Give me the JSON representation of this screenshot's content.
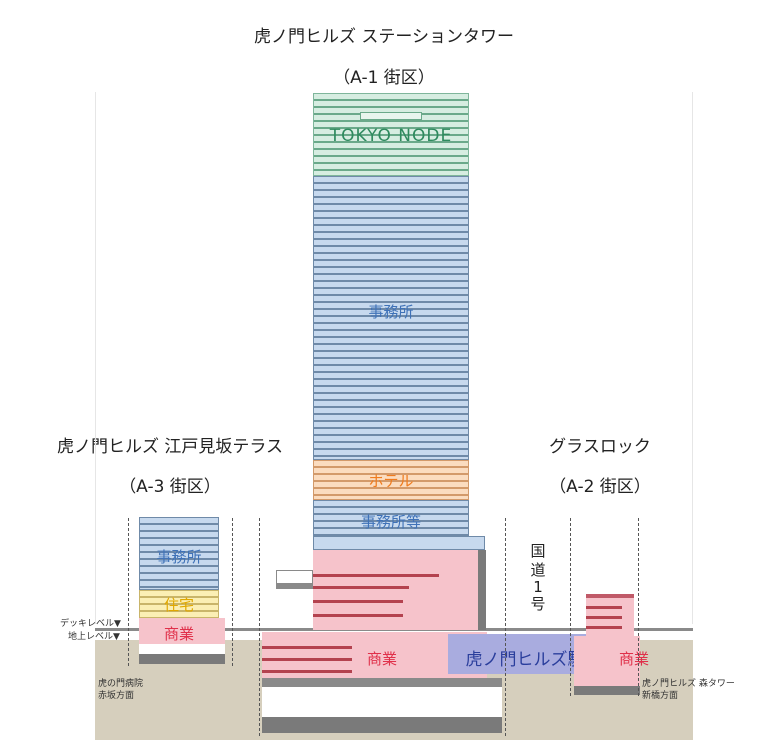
{
  "towers": {
    "station_tower": {
      "name": "虎ノ門ヒルズ ステーションタワー",
      "district": "（A-1 街区）"
    },
    "edomizaka": {
      "name": "虎ノ門ヒルズ 江戸見坂テラス",
      "district": "（A-3 街区）"
    },
    "glass_rock": {
      "name": "グラスロック",
      "district": "（A-2 街区）"
    }
  },
  "uses": {
    "tokyo_node": "TOKYO NODE",
    "office": "事務所",
    "hotel": "ホテル",
    "office_etc": "事務所等",
    "commercial": "商業",
    "residential": "住宅"
  },
  "station": "虎ノ門ヒルズ駅",
  "road": [
    "国",
    "道",
    "1",
    "号"
  ],
  "levels": {
    "deck": "デッキレベル▼",
    "ground": "地上レベル▼"
  },
  "directions": {
    "left": [
      "虎の門病院",
      "赤坂方面"
    ],
    "right": [
      "虎ノ門ヒルズ 森タワー",
      "新橋方面"
    ]
  },
  "colors": {
    "office": "#c7d9ee",
    "tokyo_node": "#d6ede1",
    "hotel": "#fbdcbf",
    "residential": "#fbefb4",
    "commercial": "#f6c3cb",
    "station": "#a9acdf",
    "ground": "#d6cfbd"
  }
}
